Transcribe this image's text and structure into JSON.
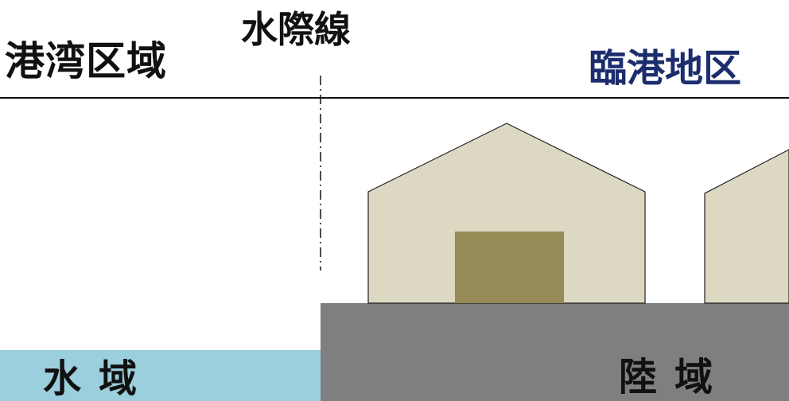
{
  "labels": {
    "port_area": "港湾区域",
    "waterline": "水際線",
    "harbor_district": "臨港地区",
    "water_area": "水域",
    "land_area": "陸域"
  },
  "colors": {
    "water": "#9ccfdd",
    "land": "#7f7f7f",
    "building": "#dcd8c2",
    "door": "#968a56",
    "harbor_district_text": "#1c2d6e",
    "line": "#111111"
  }
}
